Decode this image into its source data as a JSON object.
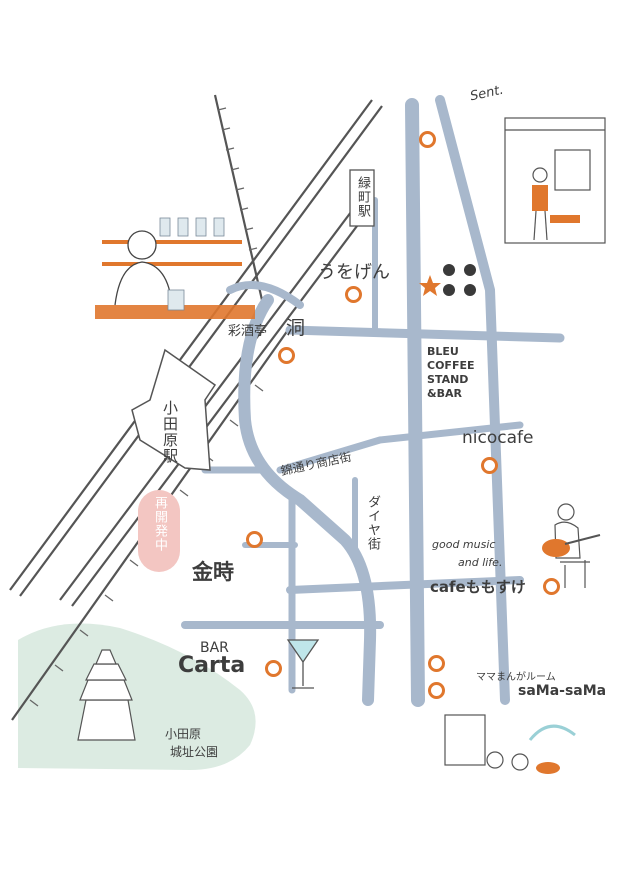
{
  "places": {
    "sent": "Sent.",
    "midoricho_station": "緑町駅",
    "utogen": "うをげん",
    "saikatei": "彩酒亭",
    "hora": "洞",
    "bleu": [
      "BLEU",
      "COFFEE",
      "STAND",
      "&BAR"
    ],
    "nicocafe": "nicocafe",
    "odawara_station": "小田原駅",
    "saikaihatsu": "再開発中",
    "nishikidori": "錦通り商店街",
    "daiyagai": "ダイヤ街",
    "kintoki": "金時",
    "goodmusic": [
      "good music",
      "and life."
    ],
    "cafe_momosuke": "cafeももすけ",
    "bar_label": "BAR",
    "carta": "Carta",
    "mamamanga": "ママまんがルーム",
    "samasama": "saMa-saMa",
    "castle_park": [
      "小田原",
      "城址公園"
    ]
  },
  "colors": {
    "road": "#a8b8cc",
    "pin": "#e0772d",
    "park": "#dcebe2",
    "redevelop": "#f3c6c2",
    "rail": "#555555"
  }
}
